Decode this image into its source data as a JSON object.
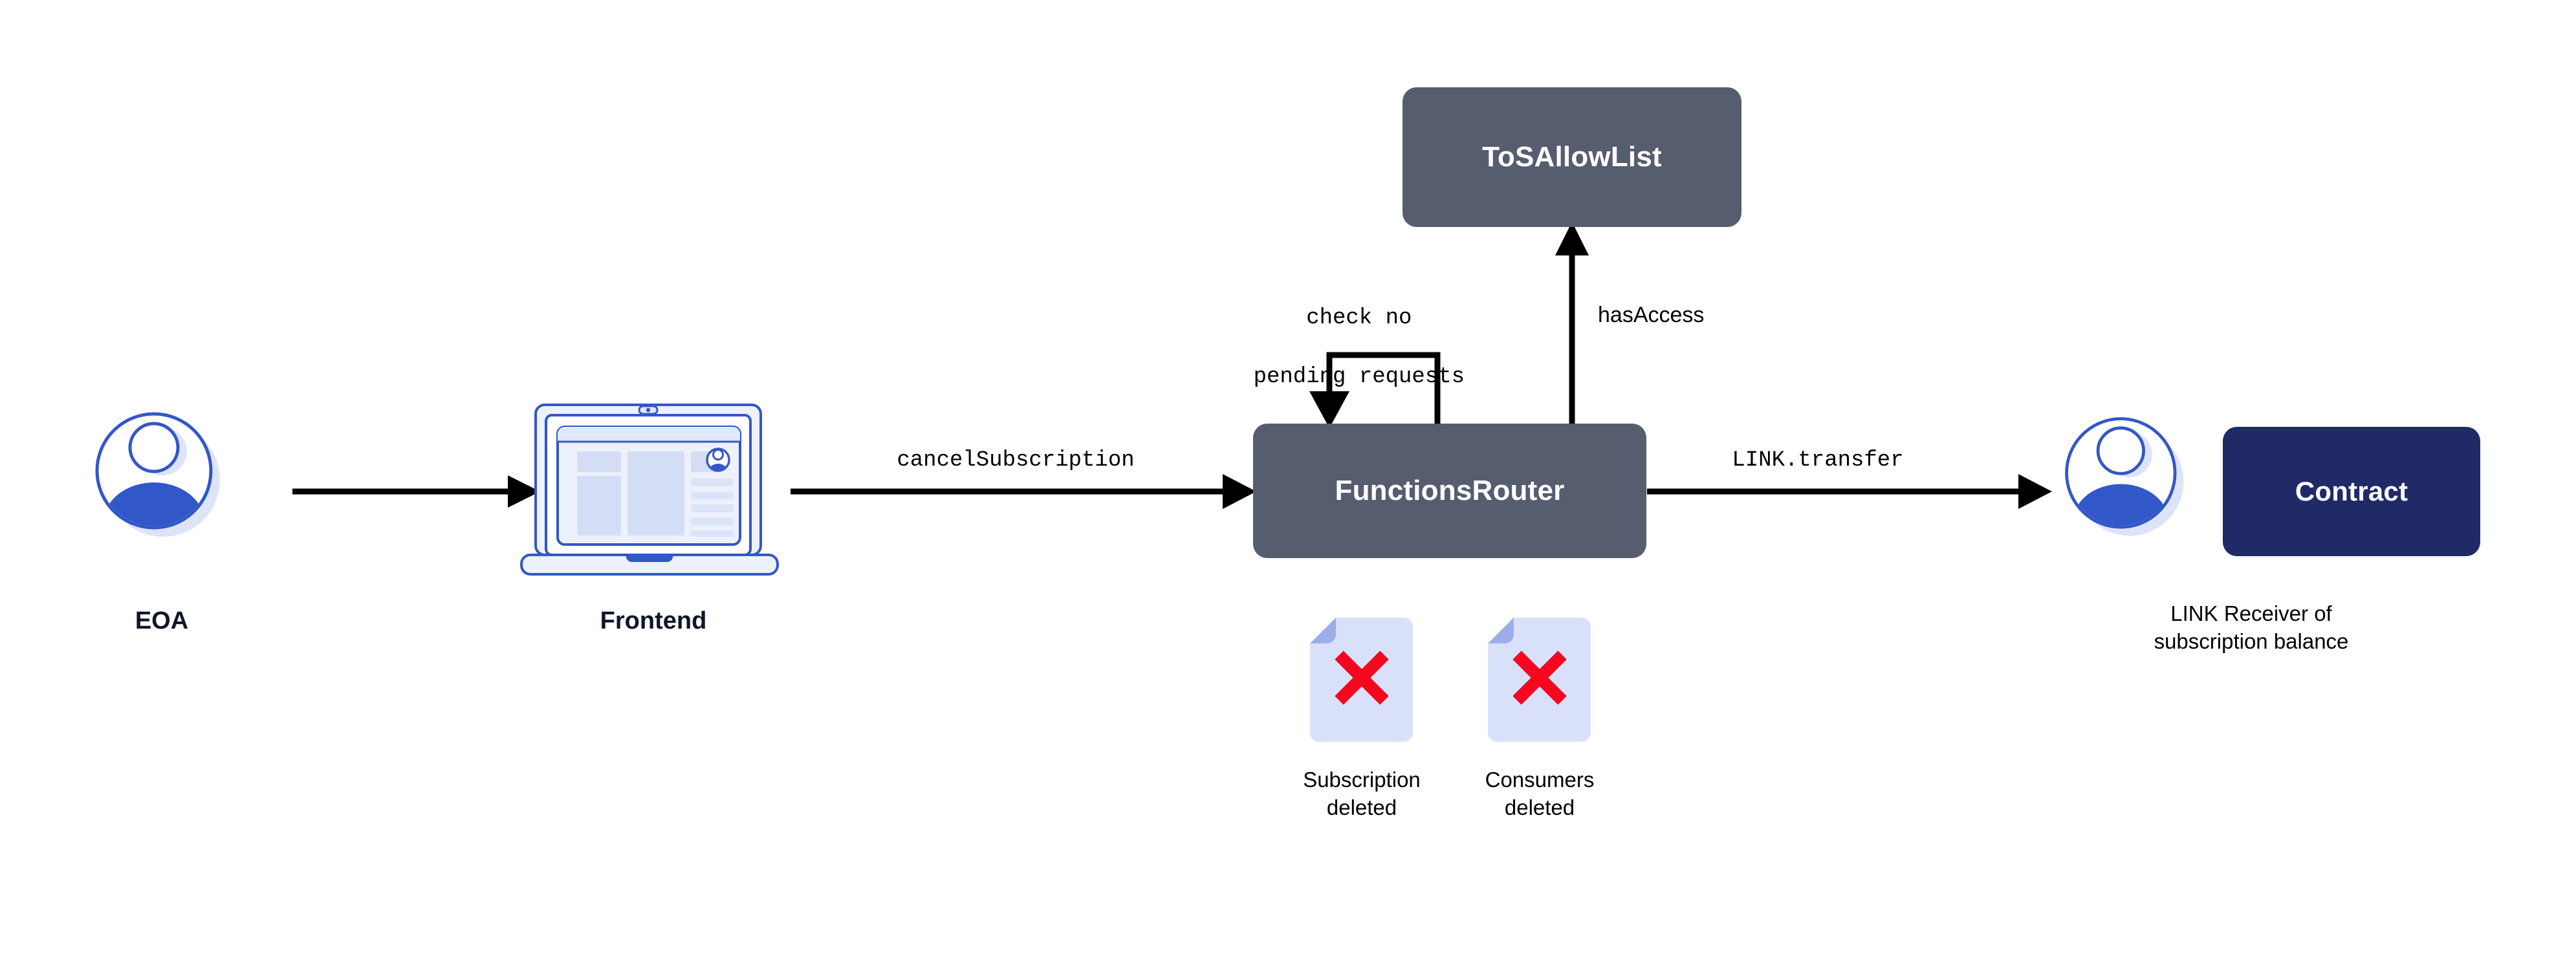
{
  "diagram": {
    "title": "Chainlink Functions subscription cancellation flow",
    "background": "#ffffff",
    "colors": {
      "slate_box": "#565D6E",
      "navy_box": "#1F2A67",
      "caption_text": "#0E1629",
      "accent_blue": "#3257C8",
      "light_blue": "#DDE4F8",
      "doc_fill": "#D9E1FA",
      "doc_fold": "#9BAEEA",
      "red_x": "#F5071F",
      "arrow": "#000000"
    }
  },
  "nodes": {
    "eoa": {
      "label": "EOA",
      "icon": "user-avatar-icon"
    },
    "frontend": {
      "label": "Frontend",
      "icon": "laptop-browser-icon"
    },
    "functions_router": {
      "label": "FunctionsRouter",
      "shape": "rounded-rect",
      "fill": "#565D6E"
    },
    "tos_allow_list": {
      "label": "ToSAllowList",
      "shape": "rounded-rect",
      "fill": "#565D6E"
    },
    "link_receiver": {
      "icon": "user-avatar-icon",
      "caption_line1": "LINK Receiver of",
      "caption_line2": "subscription balance"
    },
    "contract": {
      "label": "Contract",
      "shape": "rounded-rect",
      "fill": "#1F2A67"
    }
  },
  "edges": [
    {
      "id": "eoa-to-frontend",
      "from": "eoa",
      "to": "frontend",
      "label": "",
      "style": "arrow-right"
    },
    {
      "id": "frontend-to-router",
      "from": "frontend",
      "to": "functions_router",
      "label": "cancelSubscription",
      "label_font": "mono",
      "style": "arrow-right"
    },
    {
      "id": "router-self-loop",
      "from": "functions_router",
      "to": "functions_router",
      "label_line1": "check no",
      "label_line2": "pending requests",
      "label_font": "mono",
      "style": "self-loop-top"
    },
    {
      "id": "router-to-tos",
      "from": "functions_router",
      "to": "tos_allow_list",
      "label": "hasAccess",
      "label_font": "sans",
      "style": "arrow-up"
    },
    {
      "id": "router-to-receiver",
      "from": "functions_router",
      "to": "link_receiver",
      "label": "LINK.transfer",
      "label_font": "mono",
      "style": "arrow-right"
    }
  ],
  "artifacts": [
    {
      "id": "subscription-deleted",
      "icon": "document-deleted-icon",
      "caption_line1": "Subscription",
      "caption_line2": "deleted"
    },
    {
      "id": "consumers-deleted",
      "icon": "document-deleted-icon",
      "caption_line1": "Consumers",
      "caption_line2": "deleted"
    }
  ]
}
